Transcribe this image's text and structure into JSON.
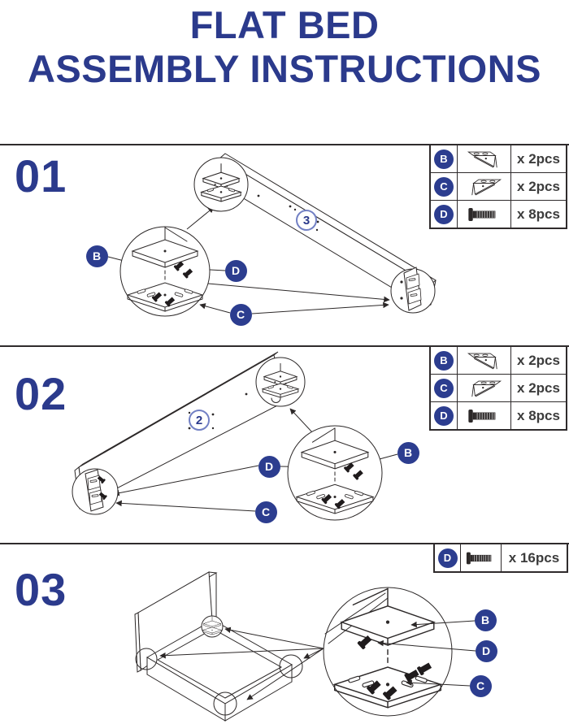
{
  "title": {
    "line1": "FLAT BED",
    "line2": "ASSEMBLY INSTRUCTIONS"
  },
  "colors": {
    "navy": "#2b3a8c",
    "badge_navy": "#2c3d8f",
    "circle_blue": "#7280c4",
    "line_art": "#2c2828",
    "qty_text": "#3c3c3c"
  },
  "steps": [
    {
      "number": "01",
      "diagram_label": "3",
      "callouts": [
        "B",
        "D",
        "C"
      ],
      "parts_table": [
        {
          "id": "B",
          "icon": "corner-bracket-icon",
          "qty": "x 2pcs"
        },
        {
          "id": "C",
          "icon": "corner-bracket-mirrored-icon",
          "qty": "x 2pcs"
        },
        {
          "id": "D",
          "icon": "screw-icon",
          "qty": "x 8pcs"
        }
      ]
    },
    {
      "number": "02",
      "diagram_label": "2",
      "callouts": [
        "B",
        "D",
        "C"
      ],
      "parts_table": [
        {
          "id": "B",
          "icon": "corner-bracket-icon",
          "qty": "x 2pcs"
        },
        {
          "id": "C",
          "icon": "corner-bracket-mirrored-icon",
          "qty": "x 2pcs"
        },
        {
          "id": "D",
          "icon": "screw-icon",
          "qty": "x 8pcs"
        }
      ]
    },
    {
      "number": "03",
      "callouts": [
        "B",
        "D",
        "C"
      ],
      "parts_table": [
        {
          "id": "D",
          "icon": "screw-icon",
          "qty": "x 16pcs"
        }
      ]
    }
  ]
}
